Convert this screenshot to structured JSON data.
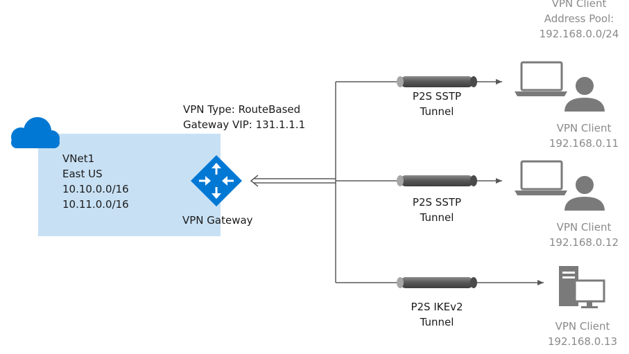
{
  "vnet": {
    "name": "VNet1",
    "region": "East US",
    "address_spaces": [
      "10.10.0.0/16",
      "10.11.0.0/16"
    ]
  },
  "gateway": {
    "info_lines": [
      "VPN Type: RouteBased",
      "Gateway VIP: 131.1.1.1"
    ],
    "label": "VPN Gateway"
  },
  "address_pool": {
    "lines": [
      "VPN Client",
      "Address Pool:",
      "192.168.0.0/24"
    ]
  },
  "tunnels": [
    {
      "label_lines": [
        "P2S SSTP",
        "Tunnel"
      ]
    },
    {
      "label_lines": [
        "P2S SSTP",
        "Tunnel"
      ]
    },
    {
      "label_lines": [
        "P2S IKEv2",
        "Tunnel"
      ]
    }
  ],
  "clients": [
    {
      "label": "VPN Client",
      "ip": "192.168.0.11",
      "icon": "laptop-user-icon"
    },
    {
      "label": "VPN Client",
      "ip": "192.168.0.12",
      "icon": "laptop-user-icon"
    },
    {
      "label": "VPN Client",
      "ip": "192.168.0.13",
      "icon": "desktop-computer-icon"
    }
  ],
  "colors": {
    "azure_blue": "#0078d4",
    "vnet_fill": "#c7e0f4",
    "line": "#595959",
    "icon_grey": "#7a7a7a",
    "label_grey": "#8a8a8a"
  }
}
